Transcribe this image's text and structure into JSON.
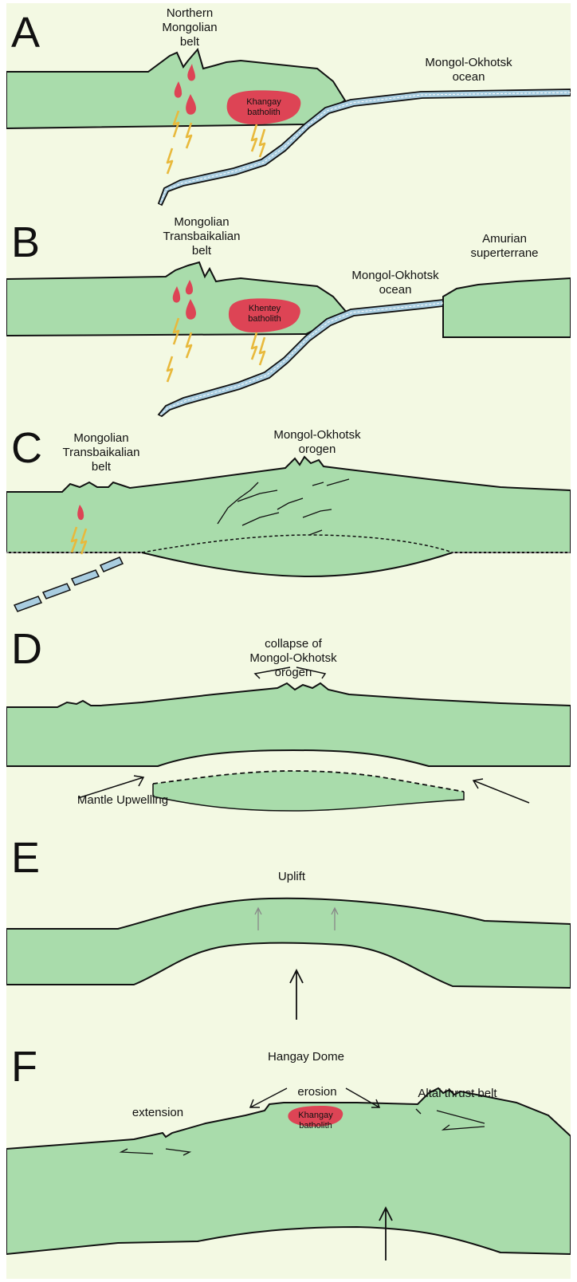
{
  "panels": {
    "a": {
      "letter": "A",
      "labels": {
        "belt": "Northern\nMongolian\nbelt",
        "ocean": "Mongol-Okhotsk\nocean",
        "batholith": "Khangay\nbatholith"
      }
    },
    "b": {
      "letter": "B",
      "labels": {
        "belt": "Mongolian\nTransbaikalian\nbelt",
        "ocean": "Mongol-Okhotsk\nocean",
        "terrane": "Amurian\nsuperterrane",
        "batholith": "Khentey\nbatholith"
      }
    },
    "c": {
      "letter": "C",
      "labels": {
        "belt": "Mongolian\nTransbaikalian\nbelt",
        "orogen": "Mongol-Okhotsk\norogen"
      }
    },
    "d": {
      "letter": "D",
      "labels": {
        "collapse": "collapse of\nMongol-Okhotsk\norogen",
        "mantle": "Mantle Upwelling"
      }
    },
    "e": {
      "letter": "E",
      "labels": {
        "uplift": "Uplift"
      }
    },
    "f": {
      "letter": "F",
      "labels": {
        "dome": "Hangay Dome",
        "erosion": "erosion",
        "extension": "extension",
        "thrust": "Altai thrust belt",
        "batholith": "Khangay\nbatholith"
      }
    }
  },
  "colors": {
    "background": "#f3f9e3",
    "crust": "#a9dcab",
    "magma": "#dd4455",
    "slab": "#a9cde0",
    "fluid": "#e8b93c",
    "outline": "#111111"
  }
}
